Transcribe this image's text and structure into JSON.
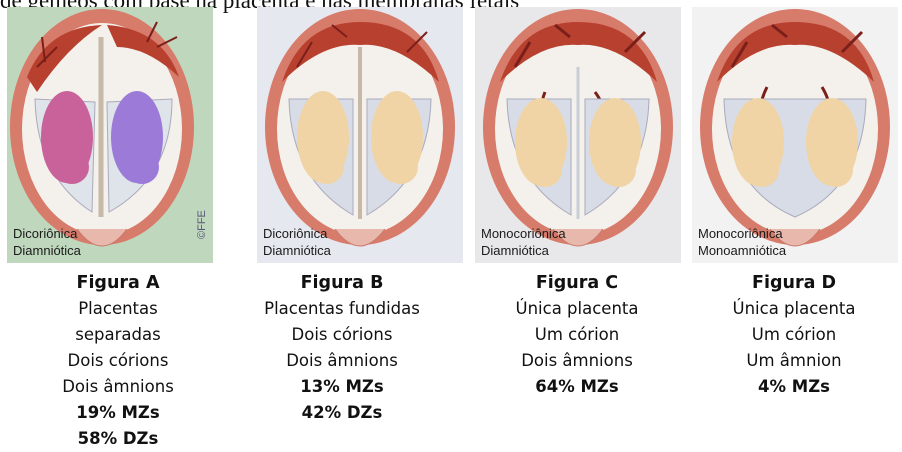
{
  "header": {
    "title": "de gêmeos com base na placenta e nas membranas fetais"
  },
  "panels": [
    {
      "caption": [
        "Dicoriônica",
        "Diamniótica"
      ],
      "watermark": "©FFE",
      "background": "#bfd8bd",
      "fetus_colors": [
        "#c9629a",
        "#9c7ad8"
      ],
      "figure": "Figura A",
      "lines": [
        "Placentas",
        "separadas",
        "Dois córions",
        "Dois âmnions"
      ],
      "stats": [
        "19% MZs",
        "58% DZs"
      ]
    },
    {
      "caption": [
        "Dicoriônica",
        "Diamniótica"
      ],
      "background": "#e5e8ef",
      "fetus_colors": [
        "#f0d4a6",
        "#f0d4a6"
      ],
      "figure": "Figura B",
      "lines": [
        "Placentas fundidas",
        "Dois córions",
        "Dois âmnions"
      ],
      "stats": [
        "13% MZs",
        "42% DZs"
      ]
    },
    {
      "caption": [
        "Monocoriônica",
        "Diamniótica"
      ],
      "background": "#e8e8ea",
      "fetus_colors": [
        "#f0d4a6",
        "#f0d4a6"
      ],
      "figure": "Figura C",
      "lines": [
        "Única placenta",
        "Um córion",
        "Dois âmnions"
      ],
      "stats": [
        "64% MZs"
      ]
    },
    {
      "caption": [
        "Monocoriônica",
        "Monoamniótica"
      ],
      "background": "#f2f2f2",
      "fetus_colors": [
        "#f0d4a6",
        "#f0d4a6"
      ],
      "figure": "Figura D",
      "lines": [
        "Única placenta",
        "Um córion",
        "Um âmnion"
      ],
      "stats": [
        "4% MZs"
      ]
    }
  ]
}
